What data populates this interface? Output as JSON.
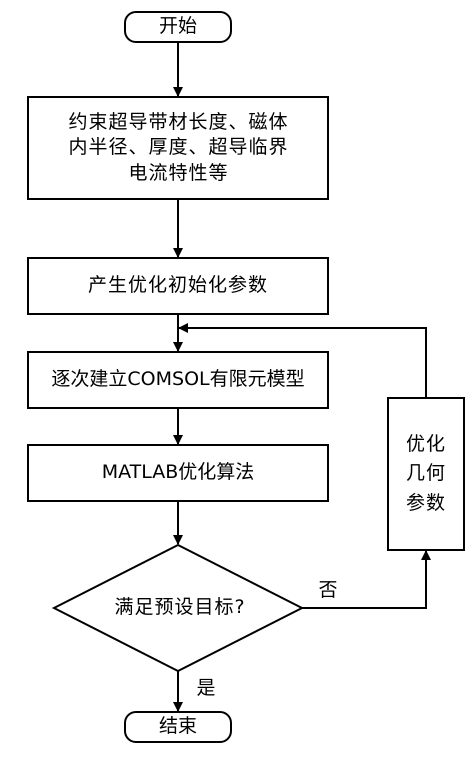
{
  "flowchart": {
    "start": "开始",
    "step1_line1": "约束超导带材长度、磁体",
    "step1_line2": "内半径、厚度、超导临界",
    "step1_line3": "电流特性等",
    "step2": "产生优化初始化参数",
    "step3": "逐次建立COMSOL有限元模型",
    "step4": "MATLAB优化算法",
    "decision": "满足预设目标?",
    "loop_line1": "优化",
    "loop_line2": "几何",
    "loop_line3": "参数",
    "branch_no": "否",
    "branch_yes": "是",
    "end": "结束"
  }
}
